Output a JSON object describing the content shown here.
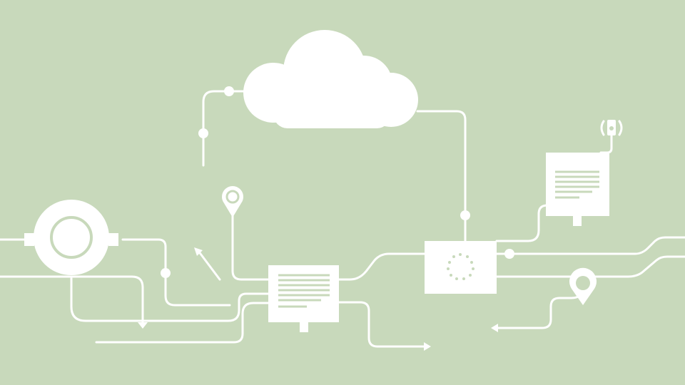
{
  "colors": {
    "background": "#c8d9bb",
    "line": "#ffffff",
    "accent_dots": "#c8d9bb",
    "doc_lines": "#c8d9bb"
  },
  "nodes": [
    {
      "id": "cloud",
      "icon": "cloud-icon"
    },
    {
      "id": "hub-ring",
      "icon": "ring-icon"
    },
    {
      "id": "document-center",
      "icon": "document-icon"
    },
    {
      "id": "server-box",
      "icon": "server-icon"
    },
    {
      "id": "document-right",
      "icon": "document-icon"
    },
    {
      "id": "location-pin-left",
      "icon": "map-pin-icon"
    },
    {
      "id": "location-pin-right",
      "icon": "map-pin-icon"
    },
    {
      "id": "signal-tower",
      "icon": "signal-icon"
    }
  ],
  "arrows": [
    {
      "id": "arrow-up-left",
      "icon": "arrow-icon"
    },
    {
      "id": "arrow-down",
      "icon": "arrow-icon"
    },
    {
      "id": "arrow-right-bottom",
      "icon": "arrow-icon"
    },
    {
      "id": "arrow-left-bottom",
      "icon": "arrow-icon"
    }
  ]
}
